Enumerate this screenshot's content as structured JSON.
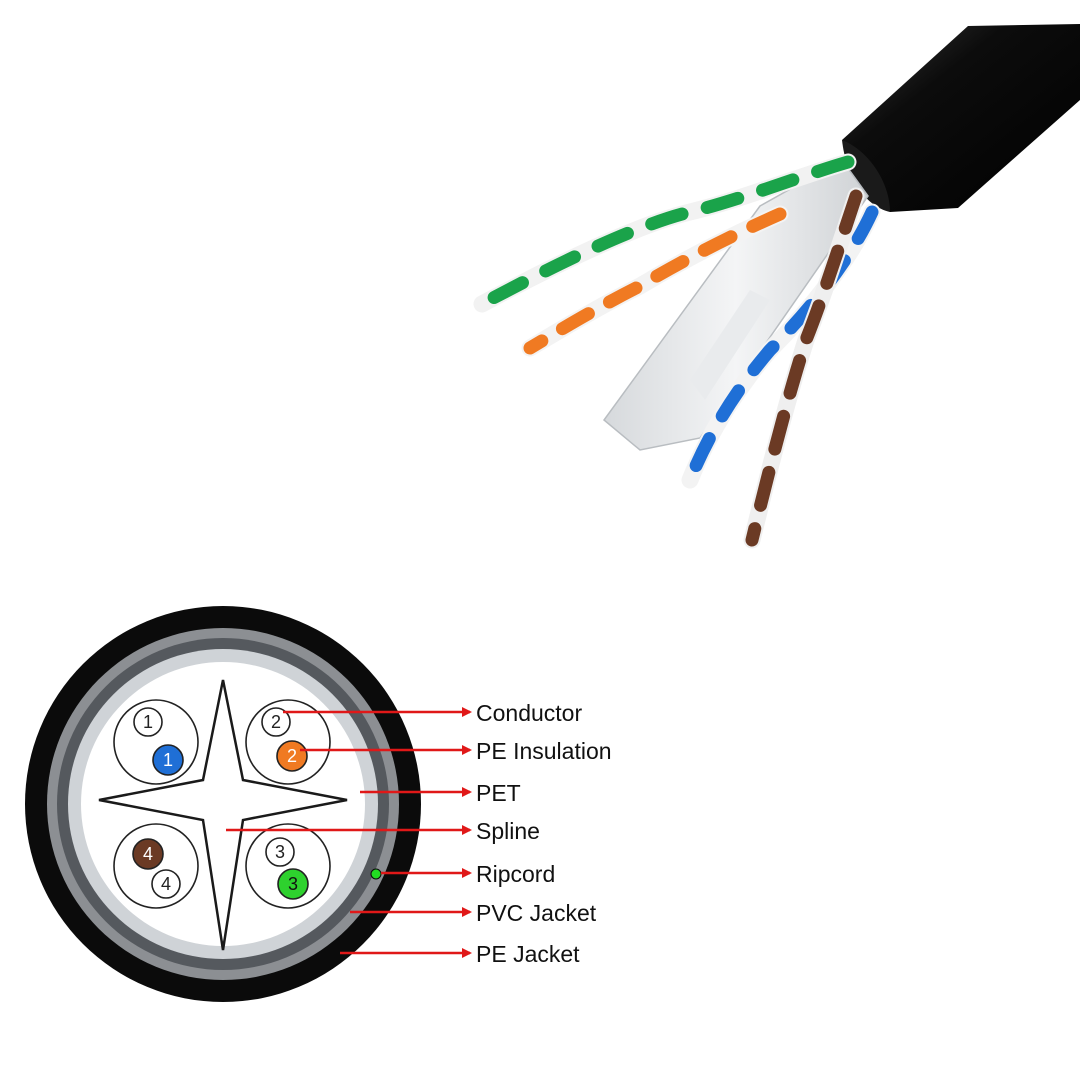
{
  "colors": {
    "jacket": "#0b0b0b",
    "pair_blue": "#1f6fd6",
    "pair_orange": "#f07a22",
    "pair_green": "#1aa34a",
    "pair_brown": "#6b3a24",
    "spline": "#e6e8ea",
    "arrow": "#e01818",
    "ripcord": "#22dd22"
  },
  "cross_section": {
    "pairs": [
      {
        "outer_number": "1",
        "inner_number": "1",
        "color": "blue"
      },
      {
        "outer_number": "2",
        "inner_number": "2",
        "color": "orange"
      },
      {
        "outer_number": "3",
        "inner_number": "3",
        "color": "green"
      },
      {
        "outer_number": "4",
        "inner_number": "4",
        "color": "brown"
      }
    ]
  },
  "labels": [
    "Conductor",
    "PE Insulation",
    "PET",
    "Spline",
    "Ripcord",
    "PVC Jacket",
    "PE Jacket"
  ]
}
